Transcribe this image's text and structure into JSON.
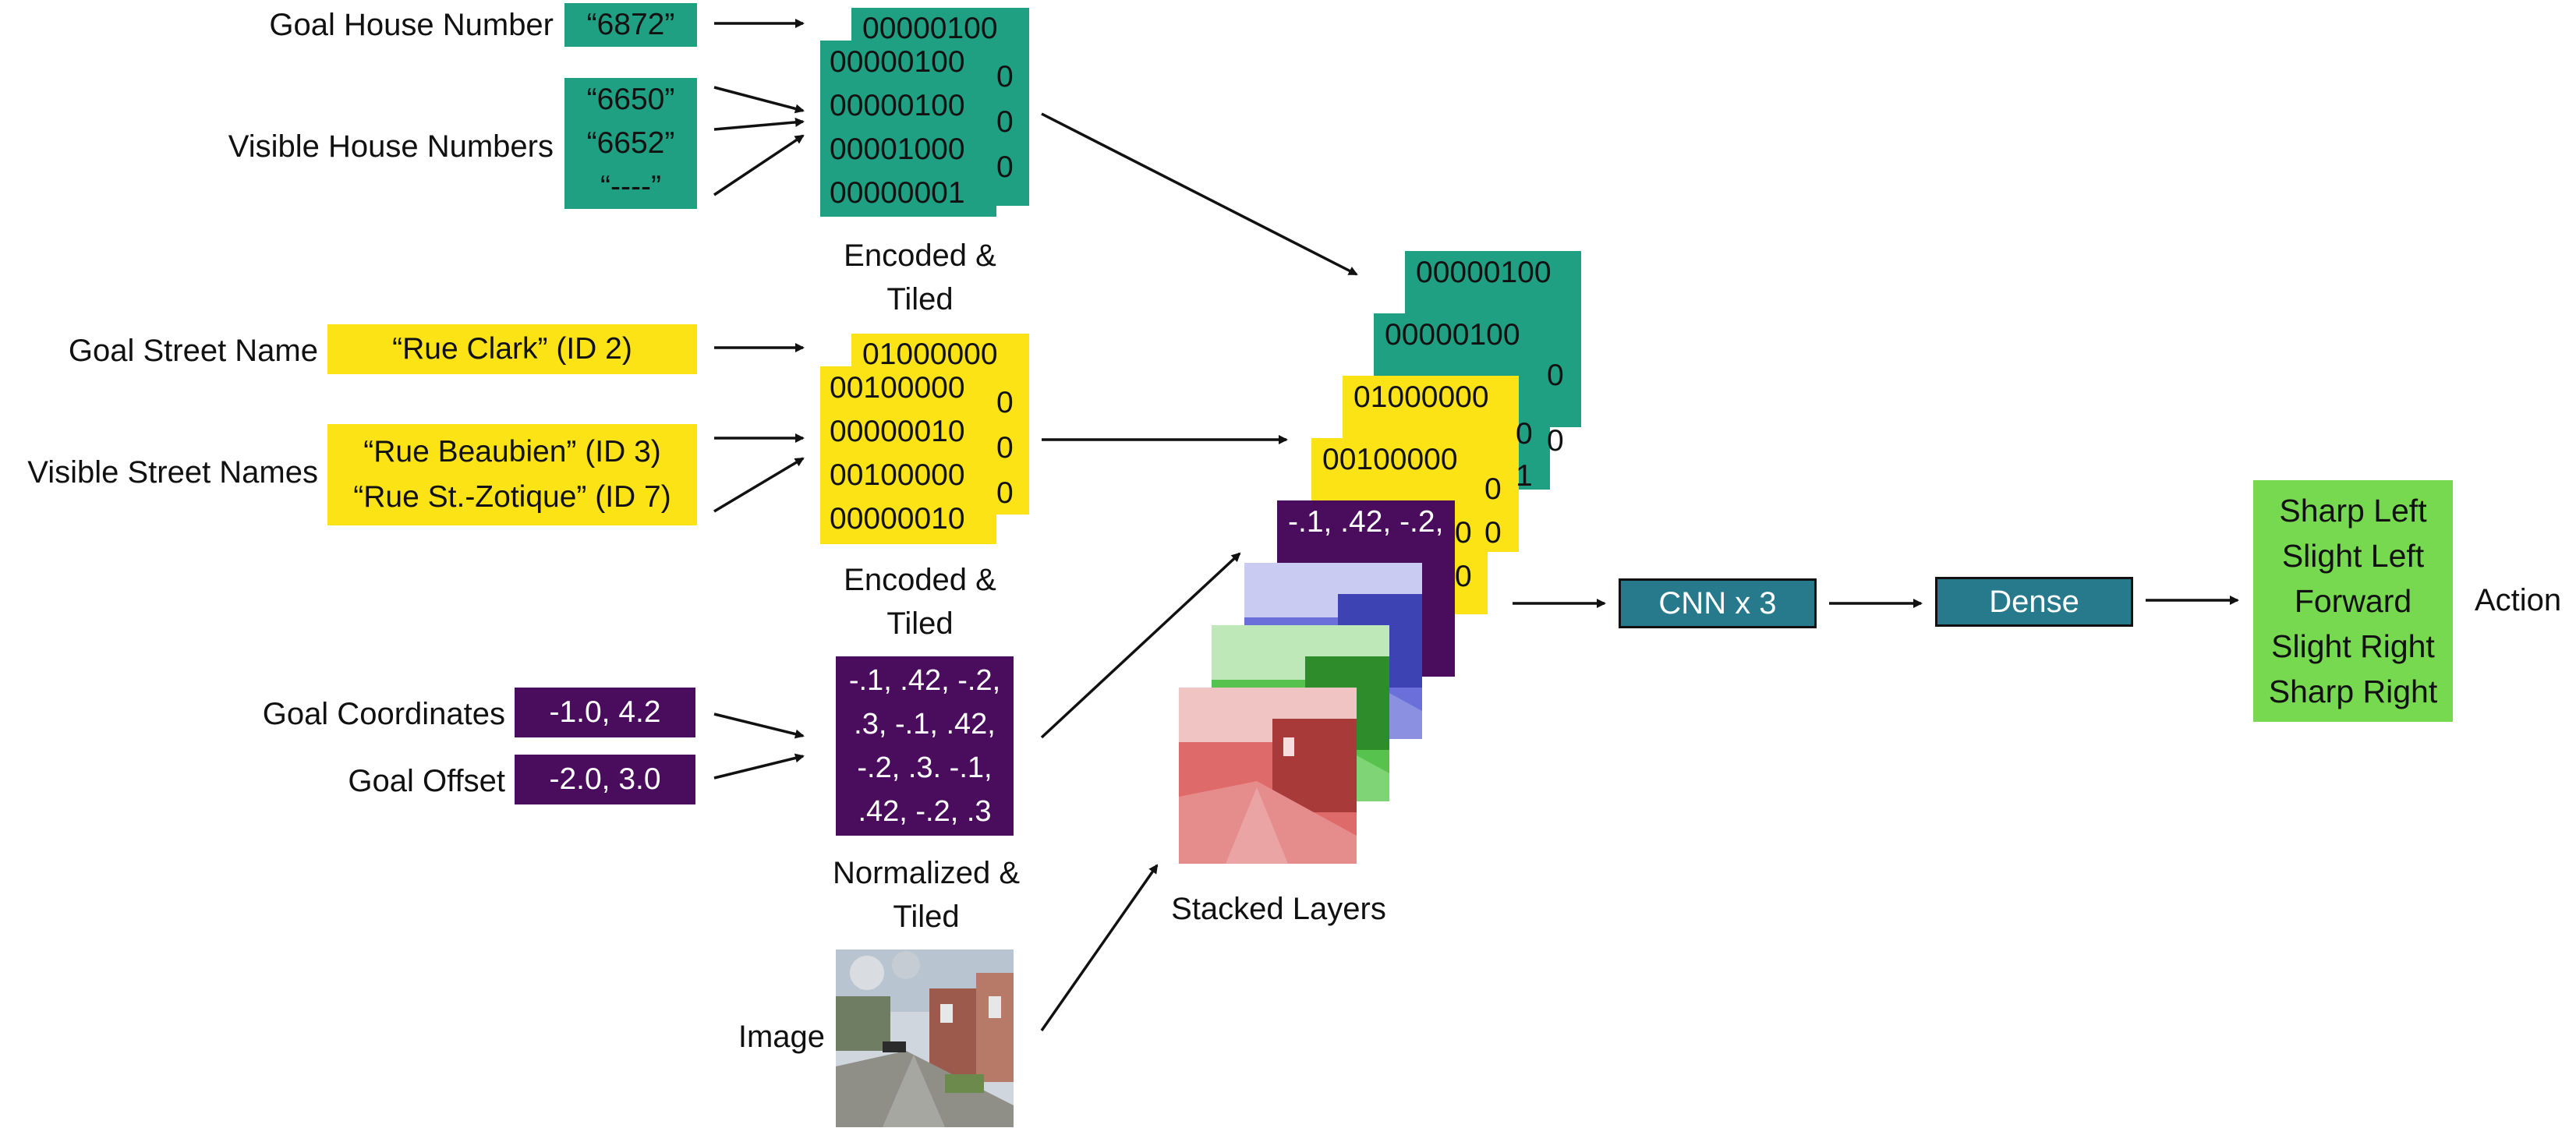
{
  "inputs": {
    "goal_house_number": {
      "label": "Goal House Number",
      "value": "“6872”"
    },
    "visible_house_numbers": {
      "label": "Visible House Numbers",
      "values": [
        "“6650”",
        "“6652”",
        "“----”"
      ]
    },
    "goal_street_name": {
      "label": "Goal Street Name",
      "value": "“Rue Clark” (ID 2)"
    },
    "visible_street_names": {
      "label": "Visible Street Names",
      "values": [
        "“Rue Beaubien” (ID 3)",
        "“Rue St.-Zotique” (ID 7)"
      ]
    },
    "goal_coordinates": {
      "label": "Goal Coordinates",
      "value": "-1.0, 4.2"
    },
    "goal_offset": {
      "label": "Goal Offset",
      "value": "-2.0, 3.0"
    },
    "image": {
      "label": "Image"
    }
  },
  "encoded_house": {
    "back_top": "00000100",
    "lines": [
      "00000100",
      "00000100",
      "00001000",
      "00000001"
    ],
    "side": [
      "0",
      "0",
      "0"
    ],
    "caption": [
      "Encoded &",
      "Tiled"
    ]
  },
  "encoded_street": {
    "back_top": "01000000",
    "lines": [
      "00100000",
      "00000010",
      "00100000",
      "00000010"
    ],
    "side": [
      "0",
      "0",
      "0"
    ],
    "caption": [
      "Encoded &",
      "Tiled"
    ]
  },
  "normalized": {
    "lines": [
      "-.1, .42, -.2,",
      ".3, -.1, .42,",
      "-.2, .3. -.1,",
      ".42, -.2, .3"
    ],
    "caption": [
      "Normalized &",
      "Tiled"
    ]
  },
  "stack": {
    "caption": "Stacked Layers",
    "teal_back": "00000100",
    "teal_mid": "00000100",
    "yellow_mid": "01000000",
    "yellow_front": "00100000",
    "purple_front": "-.1, .42, -.2,",
    "side_zeros": [
      "0",
      "0",
      "0",
      "0",
      "0",
      "0",
      "0"
    ],
    "side_one": "1"
  },
  "network": {
    "cnn_label": "CNN x 3",
    "dense_label": "Dense"
  },
  "output": {
    "label": "Action",
    "actions": [
      "Sharp Left",
      "Slight Left",
      "Forward",
      "Slight Right",
      "Sharp Right"
    ]
  },
  "colors": {
    "teal": "#1fa083",
    "yellow": "#fbe315",
    "purple": "#4a0d5d",
    "dark_teal": "#267a8b",
    "green": "#77d94f"
  }
}
